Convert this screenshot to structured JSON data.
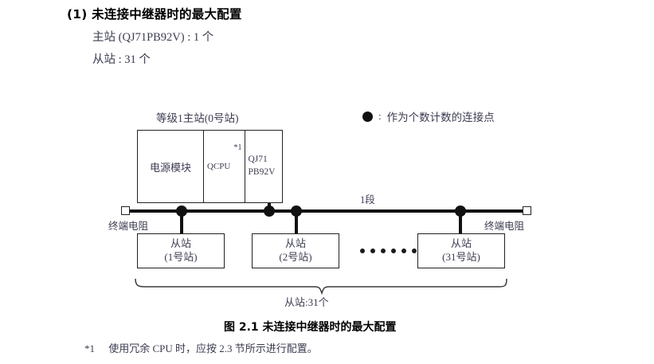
{
  "heading": {
    "section_title": "(1) 未连接中继器时的最大配置",
    "specs": [
      "主站 (QJ71PB92V) : 1 个",
      "从站 : 31 个"
    ]
  },
  "legend": {
    "marker": "filled-circle",
    "colon": ":",
    "text": "作为个数计数的连接点"
  },
  "diagram": {
    "master": {
      "label": "等级1主站(0号站)",
      "cells": [
        {
          "name": "power-module",
          "text": "电源模块"
        },
        {
          "name": "cpu-module",
          "text": "QCPU",
          "footmark": "*1"
        },
        {
          "name": "network-module",
          "line1": "QJ71",
          "line2": "PB92V"
        }
      ]
    },
    "bus": {
      "segment_label": "1段",
      "terminator_left": "终端电阻",
      "terminator_right": "终端电阻"
    },
    "slaves": [
      {
        "title": "从站",
        "station": "(1号站)"
      },
      {
        "title": "从站",
        "station": "(2号站)"
      },
      {
        "title": "从站",
        "station": "(31号站)"
      }
    ],
    "ellipsis_dots": 6,
    "bracket_caption": "从站:31个"
  },
  "figure": {
    "caption": "图 2.1  未连接中继器时的最大配置"
  },
  "footnote": {
    "mark": "*1",
    "text": "使用冗余 CPU 时，应按 2.3 节所示进行配置。"
  }
}
